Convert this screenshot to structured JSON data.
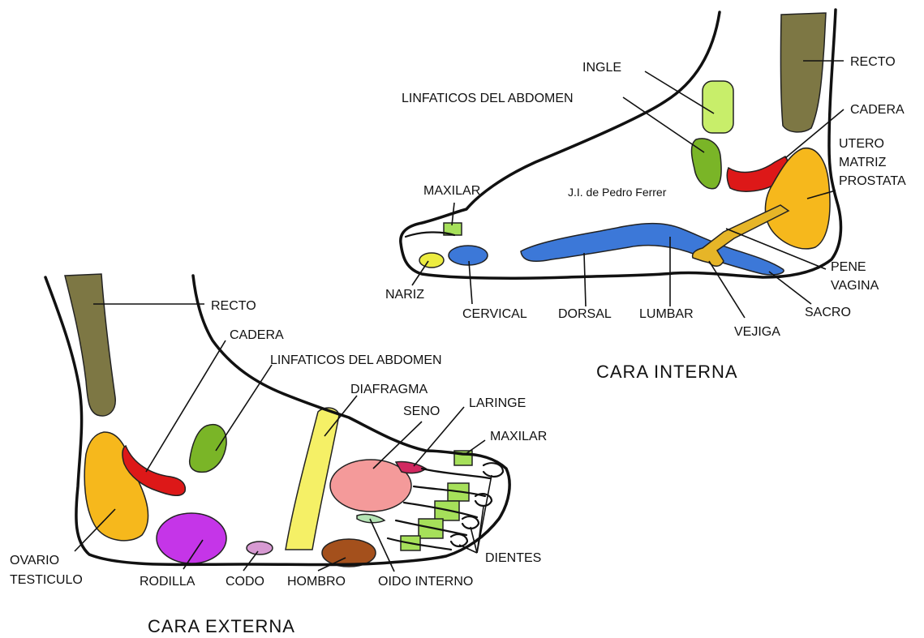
{
  "inner_view": {
    "caption": "CARA INTERNA",
    "signature": "J.I. de Pedro Ferrer",
    "labels": {
      "recto": "RECTO",
      "ingle": "INGLE",
      "linfaticos": "LINFATICOS DEL ABDOMEN",
      "cadera": "CADERA",
      "utero1": "UTERO",
      "utero2": "MATRIZ",
      "utero3": "PROSTATA",
      "maxilar": "MAXILAR",
      "pene1": "PENE",
      "pene2": "VAGINA",
      "nariz": "NARIZ",
      "cervical": "CERVICAL",
      "dorsal": "DORSAL",
      "lumbar": "LUMBAR",
      "sacro": "SACRO",
      "vejiga": "VEJIGA"
    }
  },
  "outer_view": {
    "caption": "CARA EXTERNA",
    "labels": {
      "recto": "RECTO",
      "cadera": "CADERA",
      "linfaticos": "LINFATICOS DEL ABDOMEN",
      "diafragma": "DIAFRAGMA",
      "seno": "SENO",
      "laringe": "LARINGE",
      "maxilar": "MAXILAR",
      "dientes": "DIENTES",
      "ovario1": "OVARIO",
      "ovario2": "TESTICULO",
      "rodilla": "RODILLA",
      "codo": "CODO",
      "hombro": "HOMBRO",
      "oido": "OIDO INTERNO"
    }
  },
  "zone_colors": {
    "recto": "#7d7744",
    "ingle": "#c8ee6a",
    "linfaticos": "#7ab527",
    "cadera": "#dd1818",
    "utero": "#f6b81c",
    "spine": "#3c78d8",
    "maxilar": "#a6e05a",
    "nariz": "#ecec40",
    "vejiga": "#e6b528",
    "diafragma": "#f5f066",
    "seno": "#f49a9a",
    "laringe": "#d12860",
    "rodilla": "#c535e8",
    "codo": "#d79ad2",
    "hombro": "#a4501c",
    "oido": "#b4e3b4"
  }
}
